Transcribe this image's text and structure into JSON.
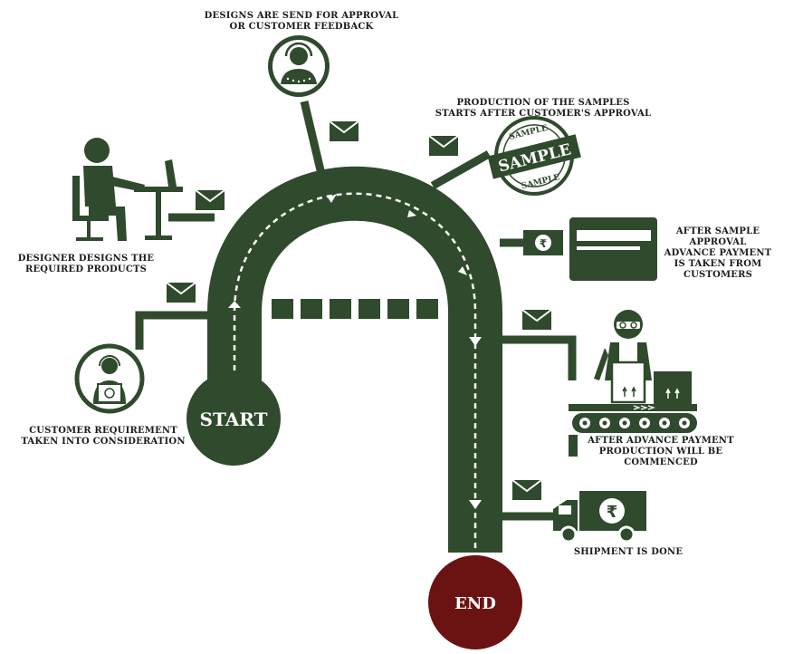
{
  "colors": {
    "road": "#2f4a2c",
    "dark": "#2b2b2b",
    "end_node": "#6b1212",
    "white": "#ffffff"
  },
  "nodes": {
    "start": "START",
    "end": "END"
  },
  "steps": [
    {
      "id": "customer-requirement",
      "icon": "agent-laptop-icon",
      "lines": [
        "CUSTOMER REQUIREMENT",
        "TAKEN INTO CONSIDERATION"
      ]
    },
    {
      "id": "designer-designs",
      "icon": "designer-at-desk-icon",
      "lines": [
        "DESIGNER DESIGNS THE",
        "REQUIRED PRODUCTS"
      ]
    },
    {
      "id": "designs-sent",
      "icon": "customer-headset-icon",
      "lines": [
        "DESIGNS ARE SEND FOR APPROVAL",
        "OR CUSTOMER FEEDBACK"
      ]
    },
    {
      "id": "sample-production",
      "icon": "sample-stamp-icon",
      "lines": [
        "PRODUCTION OF THE SAMPLES",
        "STARTS AFTER CUSTOMER'S APPROVAL"
      ]
    },
    {
      "id": "advance-payment",
      "icon": "payment-card-icon",
      "lines": [
        "AFTER SAMPLE",
        "APPROVAL",
        "ADVANCE PAYMENT",
        "IS TAKEN FROM",
        "CUSTOMERS"
      ]
    },
    {
      "id": "production",
      "icon": "factory-worker-conveyor-icon",
      "lines": [
        "AFTER ADVANCE PAYMENT",
        "PRODUCTION WILL BE",
        "COMMENCED"
      ]
    },
    {
      "id": "shipment",
      "icon": "delivery-truck-icon",
      "lines": [
        "SHIPMENT IS DONE"
      ]
    }
  ],
  "stamp": {
    "top_arc": "SAMPLE",
    "center": "SAMPLE",
    "bottom_arc": "SAMPLE"
  },
  "currency_symbol": "₹"
}
